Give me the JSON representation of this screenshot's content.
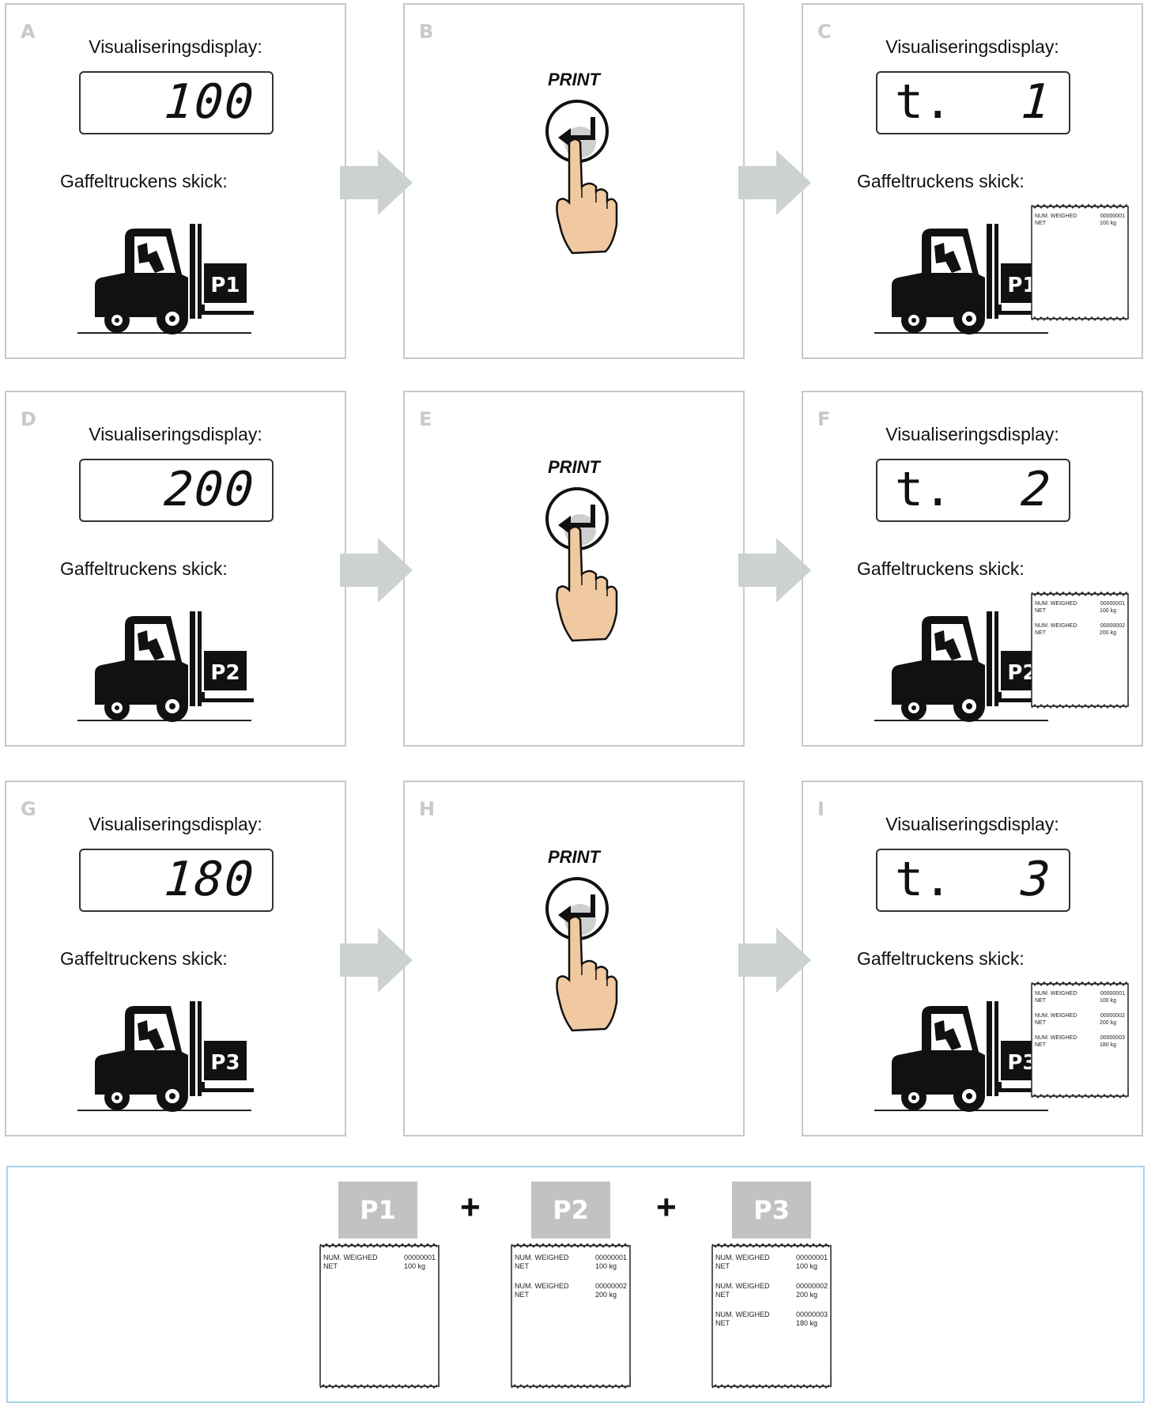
{
  "panels": [
    {
      "letter": "A",
      "display_label": "Visualiseringsdisplay:",
      "display_value": "100",
      "state_label": "Gaffeltruckens skick:",
      "pallet": "P1"
    },
    {
      "letter": "B",
      "button_label": "PRINT"
    },
    {
      "letter": "C",
      "display_label": "Visualiseringsdisplay:",
      "display_prefix": "t.",
      "display_value": "1",
      "state_label": "Gaffeltruckens skick:",
      "pallet": "P1"
    },
    {
      "letter": "D",
      "display_label": "Visualiseringsdisplay:",
      "display_value": "200",
      "state_label": "Gaffeltruckens skick:",
      "pallet": "P2"
    },
    {
      "letter": "E",
      "button_label": "PRINT"
    },
    {
      "letter": "F",
      "display_label": "Visualiseringsdisplay:",
      "display_prefix": "t.",
      "display_value": "2",
      "state_label": "Gaffeltruckens skick:",
      "pallet": "P2"
    },
    {
      "letter": "G",
      "display_label": "Visualiseringsdisplay:",
      "display_value": "180",
      "state_label": "Gaffeltruckens skick:",
      "pallet": "P3"
    },
    {
      "letter": "H",
      "button_label": "PRINT"
    },
    {
      "letter": "I",
      "display_label": "Visualiseringsdisplay:",
      "display_prefix": "t.",
      "display_value": "3",
      "state_label": "Gaffeltruckens skick:",
      "pallet": "P3"
    }
  ],
  "receipt_lines": [
    {
      "label1": "NUM. WEIGHED",
      "value1": "00000001",
      "label2": "NET",
      "value2": "100 kg"
    },
    {
      "label1": "NUM. WEIGHED",
      "value1": "00000002",
      "label2": "NET",
      "value2": "200 kg"
    },
    {
      "label1": "NUM. WEIGHED",
      "value1": "00000003",
      "label2": "NET",
      "value2": "180 kg"
    }
  ],
  "summary": {
    "pallets": [
      "P1",
      "P2",
      "P3"
    ],
    "operator": "+"
  },
  "colors": {
    "panel_border": "#c8c8c8",
    "arrow": "#ccd1d1",
    "summary_border": "#a9d4ea",
    "pallet_box": "#c2c2c2",
    "finger": "#f1c9a0",
    "button_press": "#cfcfcf"
  },
  "icons": [
    "forklift-icon",
    "enter-key-icon",
    "hand-pointer-icon",
    "arrow-right-icon",
    "receipt-icon"
  ]
}
